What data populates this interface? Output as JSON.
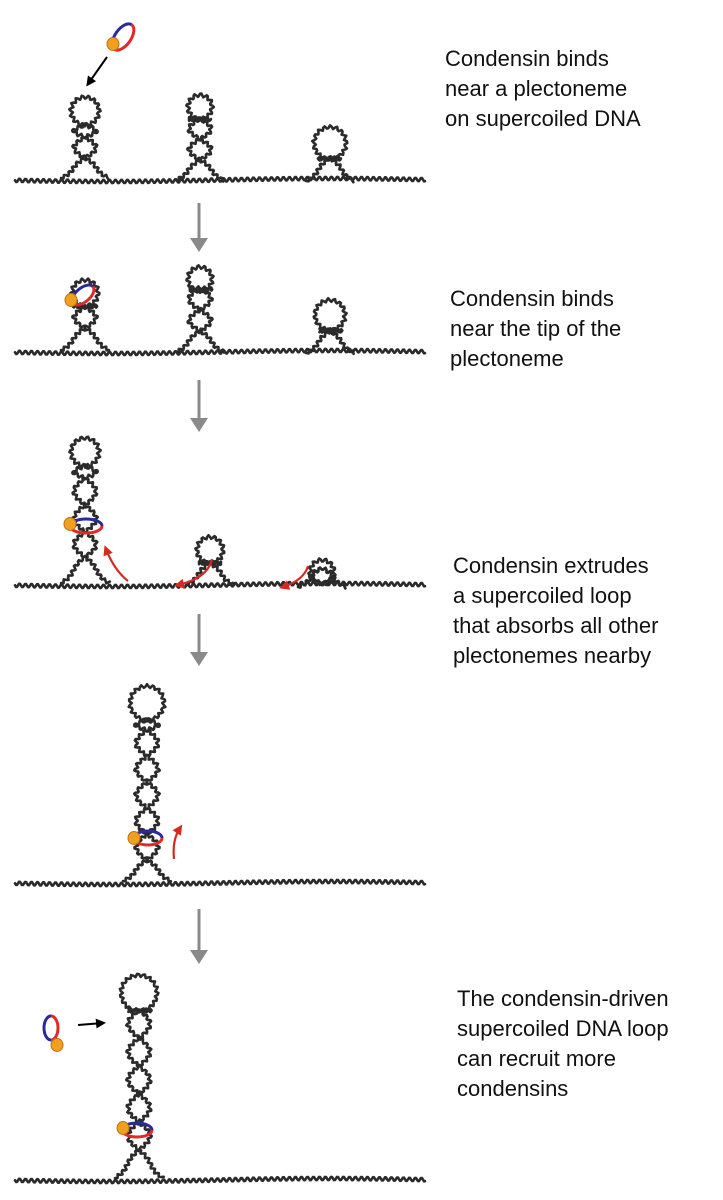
{
  "colors": {
    "dna": "#2b2b2b",
    "condensin_red": "#e02a2a",
    "condensin_blue": "#2a2a9c",
    "condensin_head": "#f0a020",
    "process_arrow": "#8a8a8a",
    "motion_arrow": "#d42a20",
    "binding_arrow": "#000000",
    "text": "#111111"
  },
  "steps": [
    {
      "caption_lines": [
        "Condensin binds",
        "near a plectoneme",
        "on supercoiled DNA"
      ]
    },
    {
      "caption_lines": [
        "Condensin binds",
        "near the tip of the",
        "plectoneme"
      ]
    },
    {
      "caption_lines": [
        "Condensin extrudes",
        "a supercoiled loop",
        "that absorbs all other",
        "plectonemes nearby"
      ]
    },
    {
      "caption_lines": []
    },
    {
      "caption_lines": [
        "The condensin-driven",
        "supercoiled DNA loop",
        "can recruit more",
        "condensins"
      ]
    }
  ],
  "icons": {
    "process_arrow": "down-arrow-icon",
    "condensin": "condensin-ring-icon",
    "motion_arrow": "curved-arrow-icon"
  }
}
